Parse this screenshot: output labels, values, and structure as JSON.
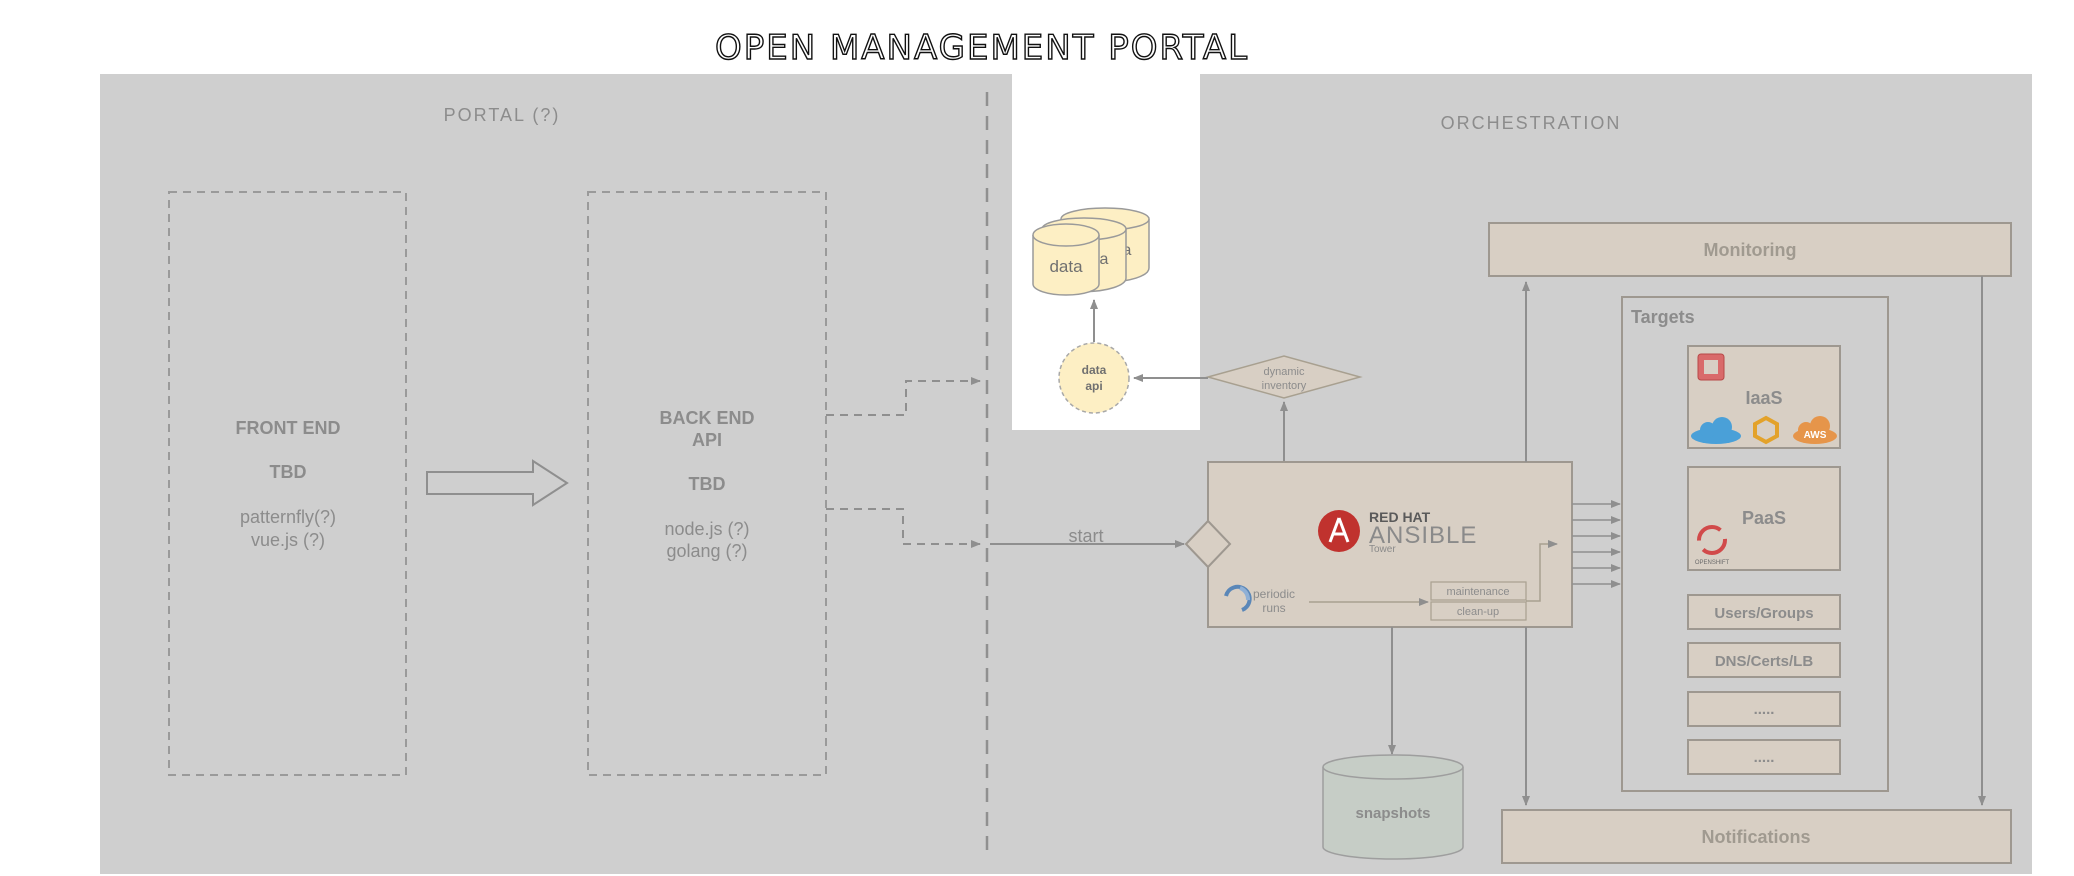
{
  "title": "OPEN MANAGEMENT PORTAL",
  "portal": {
    "heading": "PORTAL (?)",
    "front_end": {
      "line1": "FRONT END",
      "line2": "TBD",
      "line3": "patternfly(?)",
      "line4": "vue.js (?)"
    },
    "back_end": {
      "line1": "BACK END",
      "line2": "API",
      "line3": "TBD",
      "line4": "node.js (?)",
      "line5": "golang (?)"
    }
  },
  "data_store": {
    "label": "data",
    "back_label_1": "a",
    "back_label_2": "a"
  },
  "data_api": {
    "line1": "data",
    "line2": "api"
  },
  "dynamic_inventory": {
    "line1": "dynamic",
    "line2": "inventory"
  },
  "orchestration": {
    "heading": "ORCHESTRATION",
    "start_label": "start",
    "tower": {
      "brand_line1": "RED HAT",
      "brand_line2": "ANSIBLE",
      "brand_line3": "Tower",
      "periodic_line1": "periodic",
      "periodic_line2": "runs",
      "maintenance": "maintenance",
      "cleanup": "clean-up"
    },
    "snapshots": "snapshots",
    "monitoring": "Monitoring",
    "notifications": "Notifications",
    "targets": {
      "heading": "Targets",
      "iaas": "IaaS",
      "aws": "AWS",
      "paas": "PaaS",
      "openshift": "OPENSHIFT",
      "users_groups": "Users/Groups",
      "dns": "DNS/Certs/LB",
      "more1": ".....",
      "more2": "....."
    }
  },
  "colors": {
    "panel": "#cfcfcf",
    "box": "#d8cfc4",
    "box_border": "#9e9890",
    "text": "#8c8c8c",
    "data_fill": "#fdefc4",
    "snapshot_fill": "#c6cdc6",
    "ansible_red": "#c0322e"
  }
}
